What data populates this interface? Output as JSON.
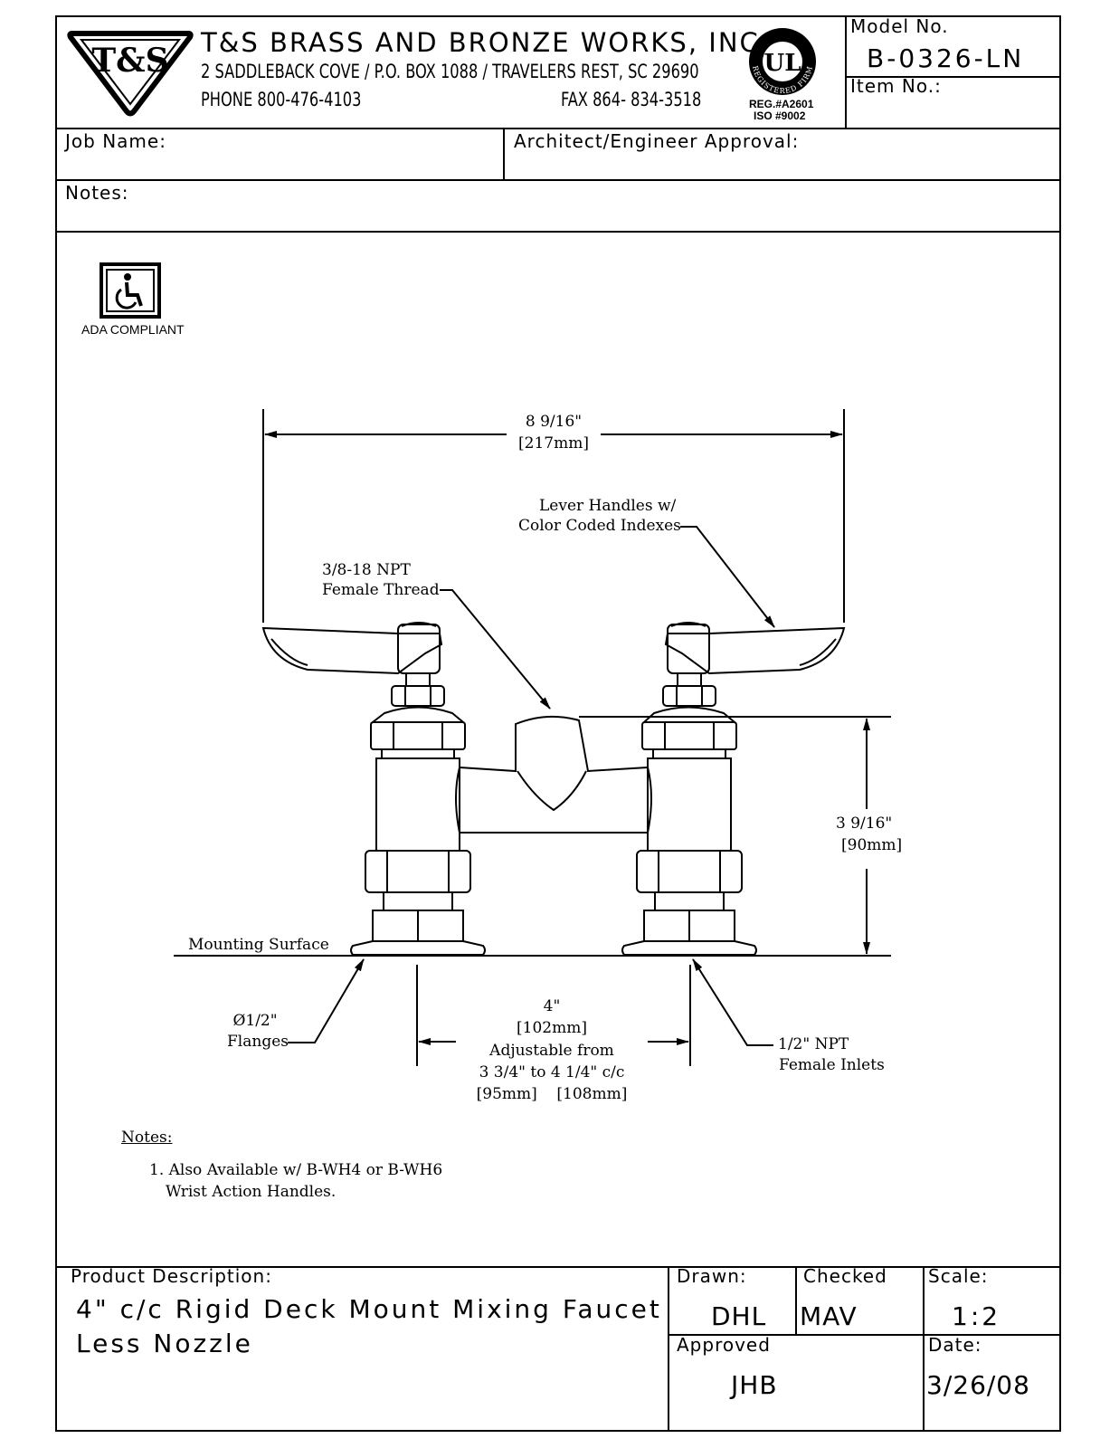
{
  "company": {
    "logo_text": "T&S",
    "name": "T&S BRASS AND BRONZE WORKS, INC.",
    "address": "2 SADDLEBACK COVE / P.O. BOX 1088 / TRAVELERS REST, SC 29690",
    "phone": "PHONE 800-476-4103",
    "fax": "FAX  864- 834-3518"
  },
  "certification": {
    "ul_text": "UL",
    "ring_text": "REGISTERED FIRM",
    "reg": "REG.#A2601",
    "iso": "ISO  #9002"
  },
  "model": {
    "label": "Model  No.",
    "value": "B-0326-LN",
    "item_label": "Item  No.:"
  },
  "fields": {
    "job_name": "Job  Name:",
    "architect": "Architect/Engineer  Approval:",
    "notes": "Notes:"
  },
  "ada": {
    "label": "ADA COMPLIANT"
  },
  "drawing": {
    "width_dim": "8 9/16\"",
    "width_mm": "[217mm]",
    "lever_line1": "Lever  Handles  w/",
    "lever_line2": "Color  Coded  Indexes",
    "npt_line1": "3/8-18  NPT",
    "npt_line2": "Female  Thread",
    "height_dim": "3  9/16\"",
    "height_mm": "[90mm]",
    "mounting": "Mounting  Surface",
    "flange_line1": "Ø1/2\"",
    "flange_line2": "Flanges",
    "cc_line1": "4\"",
    "cc_line2": "[102mm]",
    "cc_line3": "Adjustable  from",
    "cc_line4": "3  3/4\"  to  4  1/4\"  c/c",
    "cc_line5": "[95mm]    [108mm]",
    "inlet_line1": "1/2\"  NPT",
    "inlet_line2": "Female  Inlets"
  },
  "notes_section": {
    "title": "Notes:",
    "line1": "1.  Also  Available  w/  B-WH4  or  B-WH6",
    "line2": "Wrist  Action  Handles."
  },
  "title_block": {
    "product_label": "Product  Description:",
    "product_line1": "4\"  c/c  Rigid  Deck  Mount  Mixing  Faucet",
    "product_line2": "Less  Nozzle",
    "drawn_label": "Drawn:",
    "drawn_value": "DHL",
    "checked_label": "Checked",
    "checked_value": "MAV",
    "scale_label": "Scale:",
    "scale_value": "1:2",
    "approved_label": "Approved",
    "approved_value": "JHB",
    "date_label": "Date:",
    "date_value": "3/26/08"
  }
}
